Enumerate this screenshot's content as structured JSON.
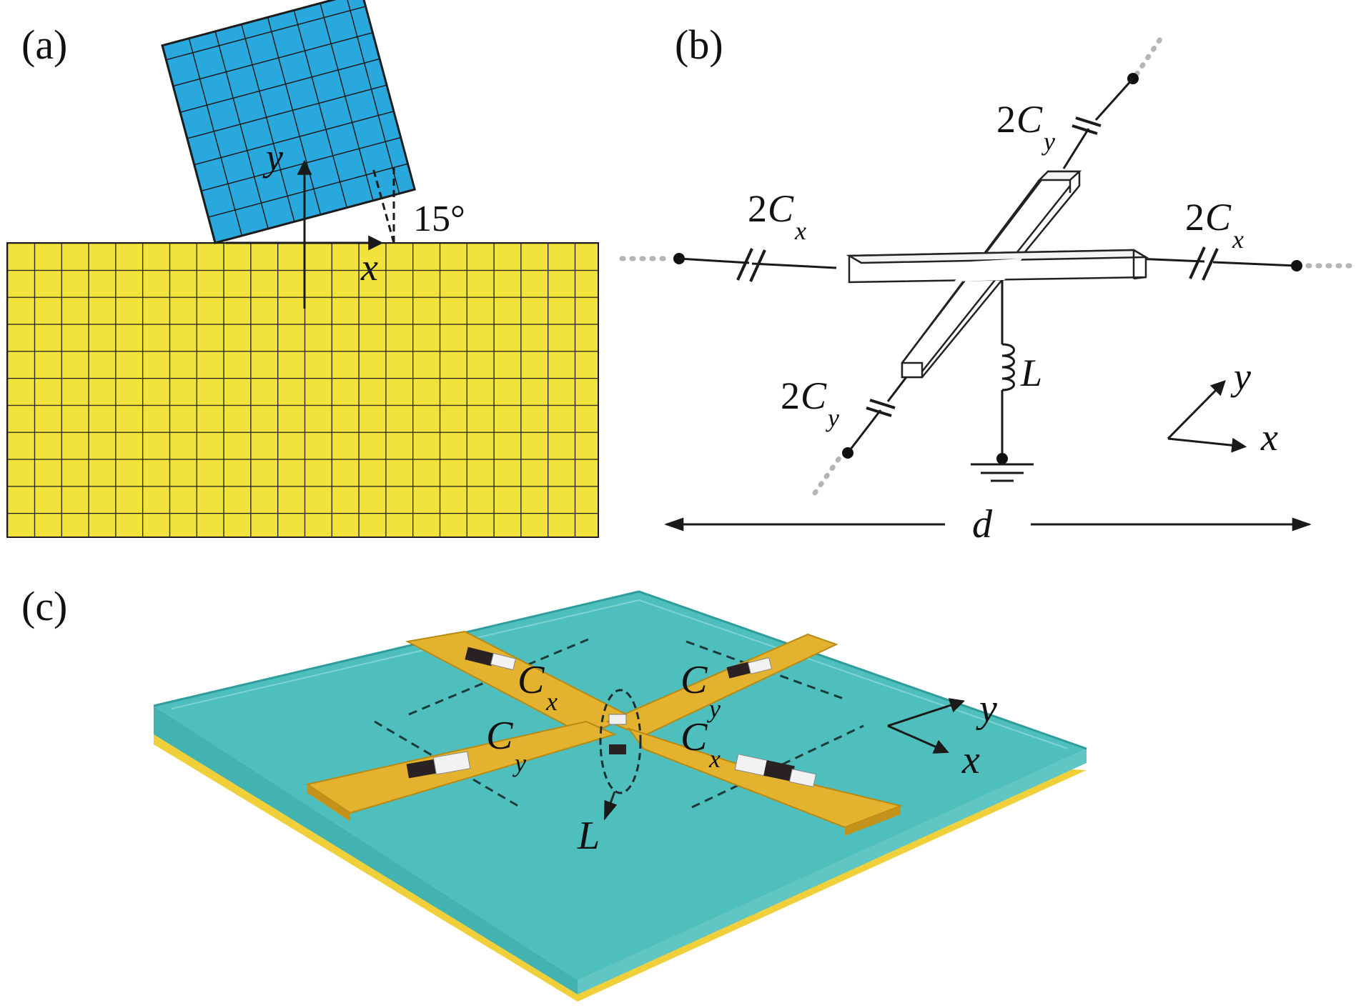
{
  "panels": {
    "a": {
      "label": "(a)",
      "axis_x": "x",
      "axis_y": "y",
      "angle": "15°",
      "colors": {
        "top_lattice": "#29a8dd",
        "bottom_lattice": "#f2e33c",
        "grid_lines": "#1c1c1c"
      }
    },
    "b": {
      "label": "(b)",
      "cap_top_coef": "2",
      "cap_top_sym": "C",
      "cap_top_sub": "y",
      "cap_left_coef": "2",
      "cap_left_sym": "C",
      "cap_left_sub": "x",
      "cap_right_coef": "2",
      "cap_right_sym": "C",
      "cap_right_sub": "x",
      "cap_bottom_coef": "2",
      "cap_bottom_sym": "C",
      "cap_bottom_sub": "y",
      "inductor": "L",
      "axis_x": "x",
      "axis_y": "y",
      "period": "d"
    },
    "c": {
      "label": "(c)",
      "cap_ul_sym": "C",
      "cap_ul_sub": "x",
      "cap_ur_sym": "C",
      "cap_ur_sub": "y",
      "cap_ll_sym": "C",
      "cap_ll_sub": "y",
      "cap_lr_sym": "C",
      "cap_lr_sub": "x",
      "inductor": "L",
      "axis_x": "x",
      "axis_y": "y",
      "colors": {
        "substrate": "#4ebfbd",
        "metal": "#e3b22e",
        "ground": "#f0d03a"
      }
    }
  }
}
